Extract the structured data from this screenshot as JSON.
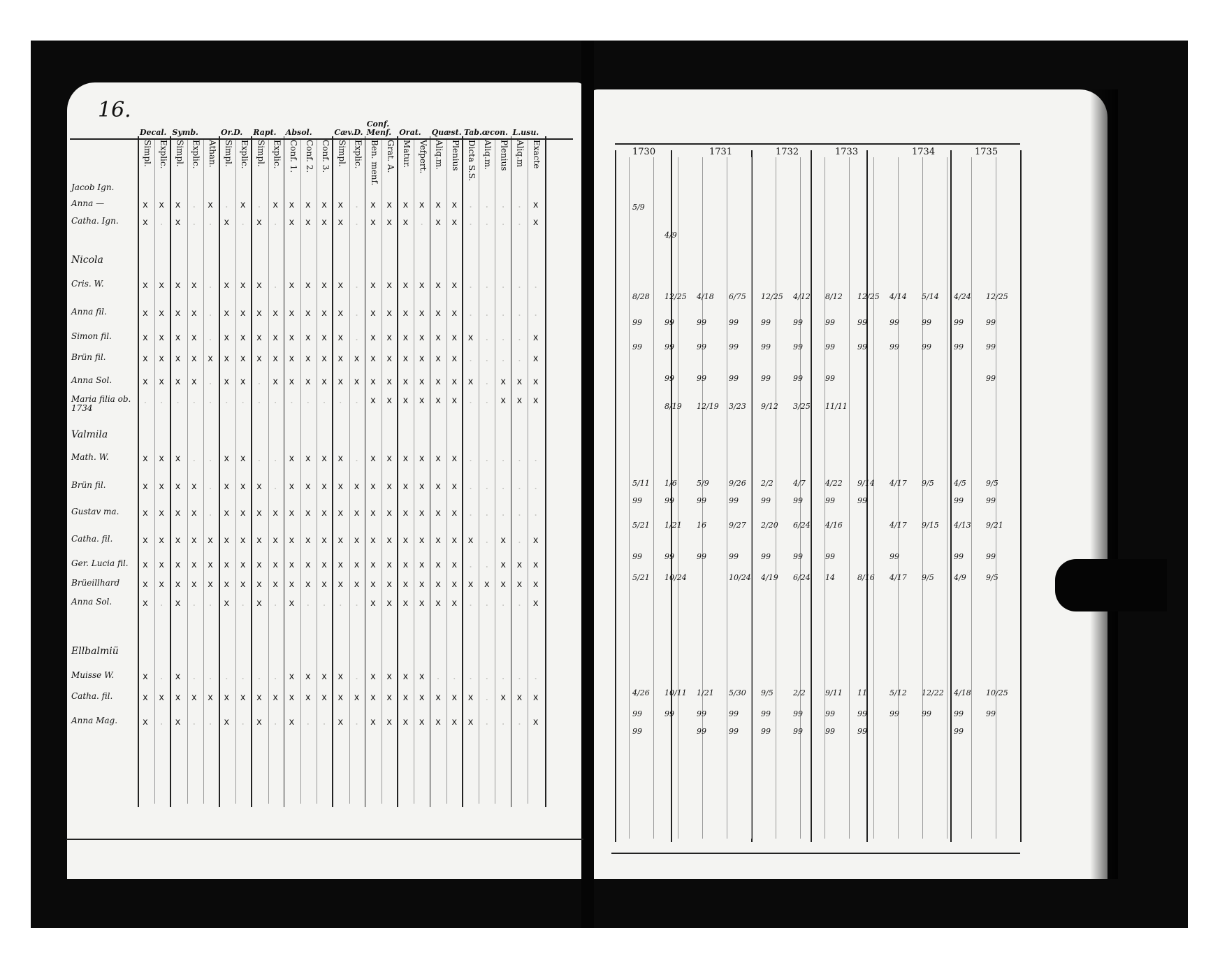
{
  "left_page": {
    "page_number": "16.",
    "column_groups": [
      "Decal.",
      "Symb.",
      "Or.D.",
      "Rapt.",
      "Absol.",
      "Cæv.D.",
      "Conf. Menf.",
      "Orat.",
      "Quæst.",
      "Tab.œcon.",
      "L.usu."
    ],
    "sub_columns": [
      "Simpl.",
      "Explic.",
      "Simpl.",
      "Explic.",
      "Athan.",
      "Simpl.",
      "Explic.",
      "Simpl.",
      "Explic.",
      "Conf. 1.",
      "Conf. 2.",
      "Conf. 3.",
      "Simpl.",
      "Explic.",
      "Ben. menf.",
      "Grat. A.",
      "Matur.",
      "Vefpert.",
      "Aliq.m.",
      "Plenius",
      "Dicta S.S.",
      "Aliq.m.",
      "Plenius",
      "Aliq.m",
      "Exacte"
    ],
    "rows": [
      {
        "name": "Jacob Ign.",
        "marks": "",
        "group": false
      },
      {
        "name": "Anna —",
        "marks": "x x x . x . x . x x x x x . x x x x x x . . . . x",
        "group": false
      },
      {
        "name": "Catha. Ign.",
        "marks": "x . x . . x . x . x x x x . x x x . x x . . . . x",
        "group": false
      },
      {
        "name": "Nicola",
        "marks": "",
        "group": true
      },
      {
        "name": "Cris. W.",
        "marks": "x x x x . x x x . x x x x . x x x x x x . . . . .",
        "group": false
      },
      {
        "name": "Anna fil.",
        "marks": "x x x x . x x x x x x x x . x x x x x x . . . . .",
        "group": false
      },
      {
        "name": "Simon fil.",
        "marks": "x x x x . x x x x x x x x . x x x x x x x . . . x",
        "group": false
      },
      {
        "name": "Brün fil.",
        "marks": "x x x x x x x x x x x x x x x x x x x x . . . . x",
        "group": false
      },
      {
        "name": "Anna Sol.",
        "marks": "x x x x . x x . x x x x x x x x x x x x x . x x x",
        "group": false
      },
      {
        "name": "Maria filia ob. 1734",
        "marks": ". . . . . . . . . . . . . . x x x x x x . . x x x",
        "group": false
      },
      {
        "name": "Valmila",
        "marks": "",
        "group": true
      },
      {
        "name": "Math. W.",
        "marks": "x x x . . x x . . x x x x . x x x x x x . . . . .",
        "group": false
      },
      {
        "name": "Brün fil.",
        "marks": "x x x x . x x x . x x x x x x x x x x x . . . . .",
        "group": false
      },
      {
        "name": "Gustav ma.",
        "marks": "x x x x . x x x x x x x x x x x x x x x . . . . .",
        "group": false
      },
      {
        "name": "Catha. fil.",
        "marks": "x x x x x x x x x x x x x x x x x x x x x . x . x",
        "group": false
      },
      {
        "name": "Ger. Lucia fil.",
        "marks": "x x x x x x x x x x x x x x x x x x x x . . x x x",
        "group": false
      },
      {
        "name": "Brüeillhard",
        "marks": "x x x x x x x x x x x x x x x x x x x x x x x x x",
        "group": false
      },
      {
        "name": "Anna Sol.",
        "marks": "x . x . . x . x . x . . . . x x x x x x . . . . x",
        "group": false
      },
      {
        "name": "Ellbalmiü",
        "marks": "",
        "group": true
      },
      {
        "name": "Muisse W.",
        "marks": "x . x . . . . . . x x x x . x x x x . . . . . . .",
        "group": false
      },
      {
        "name": "Catha. fil.",
        "marks": "x x x x x x x x x x x x x x x x x x x x x . x x x",
        "group": false
      },
      {
        "name": "Anna Mag.",
        "marks": "x . x . . x . x . x . . x . x x x x x x x . . . x",
        "group": false
      }
    ]
  },
  "right_page": {
    "years": [
      "1730",
      "1731",
      "1732",
      "1733",
      "1734",
      "1735"
    ],
    "rows": [
      {
        "cells": [
          "5/9",
          "",
          "",
          "",
          "",
          "",
          "",
          "",
          "",
          ""
        ]
      },
      {
        "cells": [
          "",
          "4/9",
          "",
          "",
          "",
          "",
          "",
          "",
          "",
          ""
        ]
      },
      {
        "cells": [
          "8/28",
          "12/25",
          "4/18",
          "6/75",
          "12/25",
          "4/12",
          "8/12",
          "12/25",
          "4/14",
          "5/14",
          "4/24",
          "12/25"
        ]
      },
      {
        "cells": [
          "99",
          "99",
          "99",
          "99",
          "99",
          "99",
          "99",
          "99",
          "99",
          "99",
          "99",
          "99"
        ]
      },
      {
        "cells": [
          "99",
          "99",
          "99",
          "99",
          "99",
          "99",
          "99",
          "99",
          "99",
          "99",
          "99",
          "99"
        ]
      },
      {
        "cells": [
          "",
          "99",
          "99",
          "99",
          "99",
          "99",
          "99",
          "",
          "",
          "",
          "",
          "99"
        ]
      },
      {
        "cells": [
          "",
          "8/19",
          "12/19",
          "3/23",
          "9/12",
          "3/25",
          "11/11",
          "",
          "",
          "",
          "",
          ""
        ]
      },
      {
        "cells": [
          "5/11",
          "1/6",
          "5/9",
          "9/26",
          "2/2",
          "4/7",
          "4/22",
          "9/14",
          "4/17",
          "9/5",
          "4/5",
          "9/5"
        ]
      },
      {
        "cells": [
          "99",
          "99",
          "99",
          "99",
          "99",
          "99",
          "99",
          "99",
          "",
          "",
          "99",
          "99"
        ]
      },
      {
        "cells": [
          "5/21",
          "1/21",
          "16",
          "9/27",
          "2/20",
          "6/24",
          "4/16",
          "",
          "4/17",
          "9/15",
          "4/13",
          "9/21"
        ]
      },
      {
        "cells": [
          "99",
          "99",
          "99",
          "99",
          "99",
          "99",
          "99",
          "",
          "99",
          "",
          "99",
          "99"
        ]
      },
      {
        "cells": [
          "5/21",
          "10/24",
          "",
          "10/24",
          "4/19",
          "6/24",
          "14",
          "8/16",
          "4/17",
          "9/5",
          "4/9",
          "9/5"
        ]
      },
      {
        "cells": [
          "4/26",
          "10/11",
          "1/21",
          "5/30",
          "9/5",
          "2/2",
          "9/11",
          "11",
          "5/12",
          "12/22",
          "4/18",
          "10/25"
        ]
      },
      {
        "cells": [
          "99",
          "99",
          "99",
          "99",
          "99",
          "99",
          "99",
          "99",
          "99",
          "99",
          "99",
          "99"
        ]
      },
      {
        "cells": [
          "99",
          "",
          "99",
          "99",
          "99",
          "99",
          "99",
          "99",
          "",
          "",
          "99",
          ""
        ]
      }
    ]
  }
}
